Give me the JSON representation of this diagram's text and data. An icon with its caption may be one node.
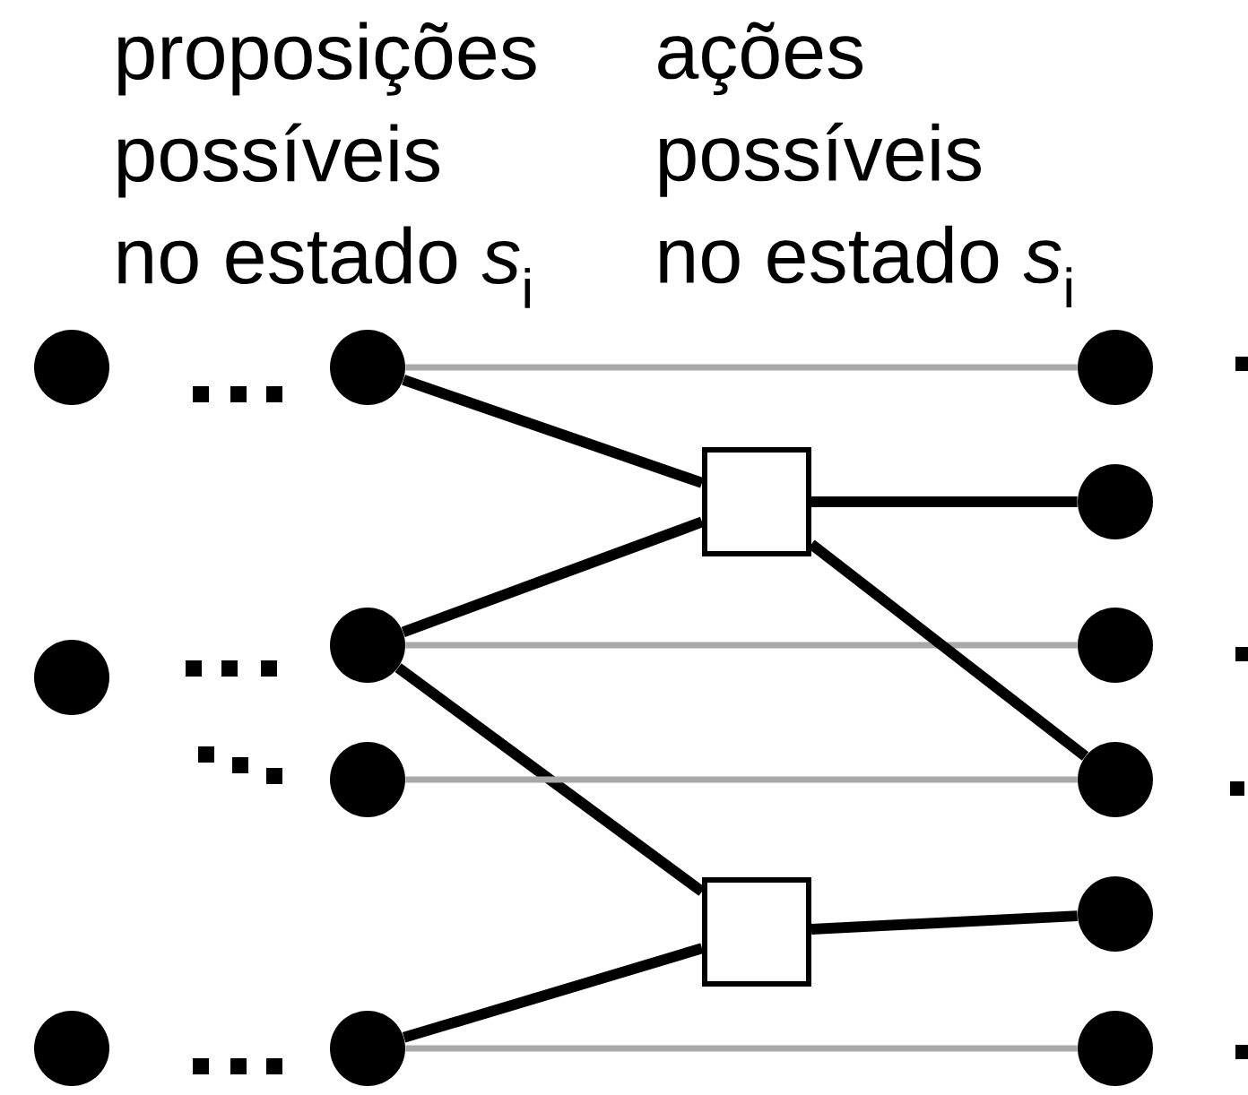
{
  "diagram": {
    "nodes": [
      {
        "text": [],
        "shape": "circle"
      },
      {
        "text": [],
        "shape": "circle"
      },
      {
        "text": [],
        "shape": "circle"
      },
      {
        "text": [],
        "shape": "circle"
      },
      {
        "text": [],
        "shape": "circle"
      },
      {
        "text": [],
        "shape": "circle"
      },
      {
        "text": [],
        "shape": "circle"
      },
      {
        "text": [],
        "shape": "box"
      },
      {
        "text": [],
        "shape": "box"
      },
      {
        "text": [],
        "shape": "circle"
      },
      {
        "text": [],
        "shape": "circle"
      },
      {
        "text": [],
        "shape": "circle"
      },
      {
        "text": [],
        "shape": "circle"
      },
      {
        "text": [],
        "shape": "circle"
      },
      {
        "text": [],
        "shape": "circle"
      }
    ],
    "edges": [
      {
        "from": 3,
        "to": 9,
        "arrow": "none",
        "color": "#a8a8a8"
      },
      {
        "from": 3,
        "to": 7,
        "arrow": "none"
      },
      {
        "from": 4,
        "to": 7,
        "arrow": "none"
      },
      {
        "from": 4,
        "to": 11,
        "arrow": "none",
        "color": "#a8a8a8"
      },
      {
        "from": 4,
        "to": 8,
        "arrow": "none"
      },
      {
        "from": 5,
        "to": 12,
        "arrow": "none",
        "color": "#a8a8a8"
      },
      {
        "from": 6,
        "to": 8,
        "arrow": "none"
      },
      {
        "from": 6,
        "to": 14,
        "arrow": "none",
        "color": "#a8a8a8"
      },
      {
        "from": 7,
        "to": 10,
        "arrow": "none"
      },
      {
        "from": 7,
        "to": 12,
        "arrow": "none"
      },
      {
        "from": 8,
        "to": 13,
        "arrow": "none"
      }
    ],
    "labels": [
      "proposições possíveis no estado *s*$_{i}$",
      "ações possíveis no estado *s*$_{i}$"
    ]
  }
}
